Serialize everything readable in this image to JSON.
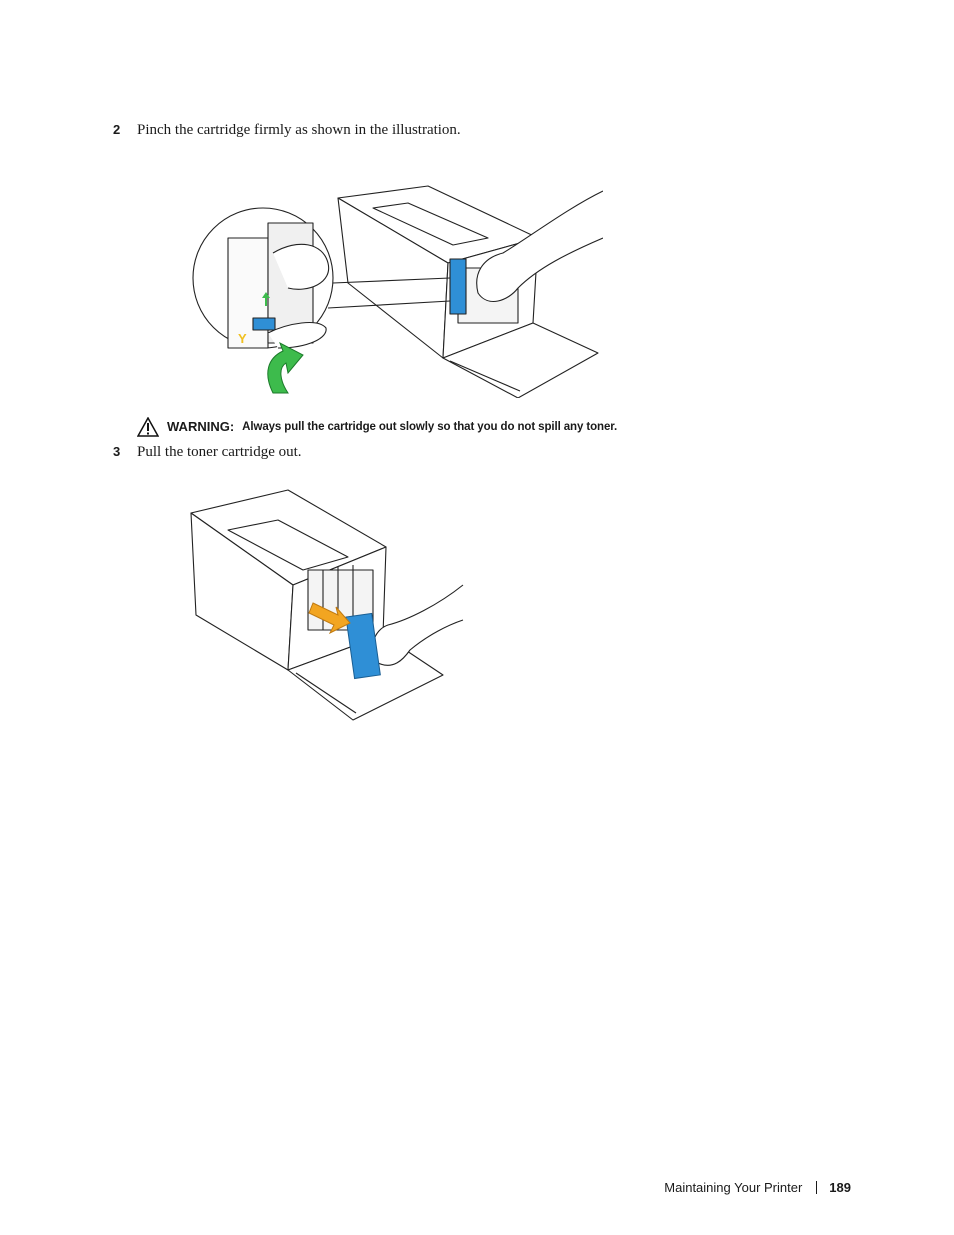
{
  "steps": [
    {
      "number": "2",
      "text": "Pinch the cartridge firmly as shown in the illustration."
    },
    {
      "number": "3",
      "text": "Pull the toner cartridge out."
    }
  ],
  "warning": {
    "label": "WARNING:",
    "text": "Always pull the cartridge out slowly so that you do not spill any toner.",
    "icon": "warning-triangle-icon"
  },
  "illustration1": {
    "cartridge_label": "Y",
    "colors": {
      "cartridge": "#2f8fd6",
      "arrow": "#3dbb4c"
    }
  },
  "illustration2": {
    "colors": {
      "cartridge": "#2f8fd6",
      "arrow": "#f2a521"
    }
  },
  "footer": {
    "section": "Maintaining Your Printer",
    "page": "189"
  }
}
